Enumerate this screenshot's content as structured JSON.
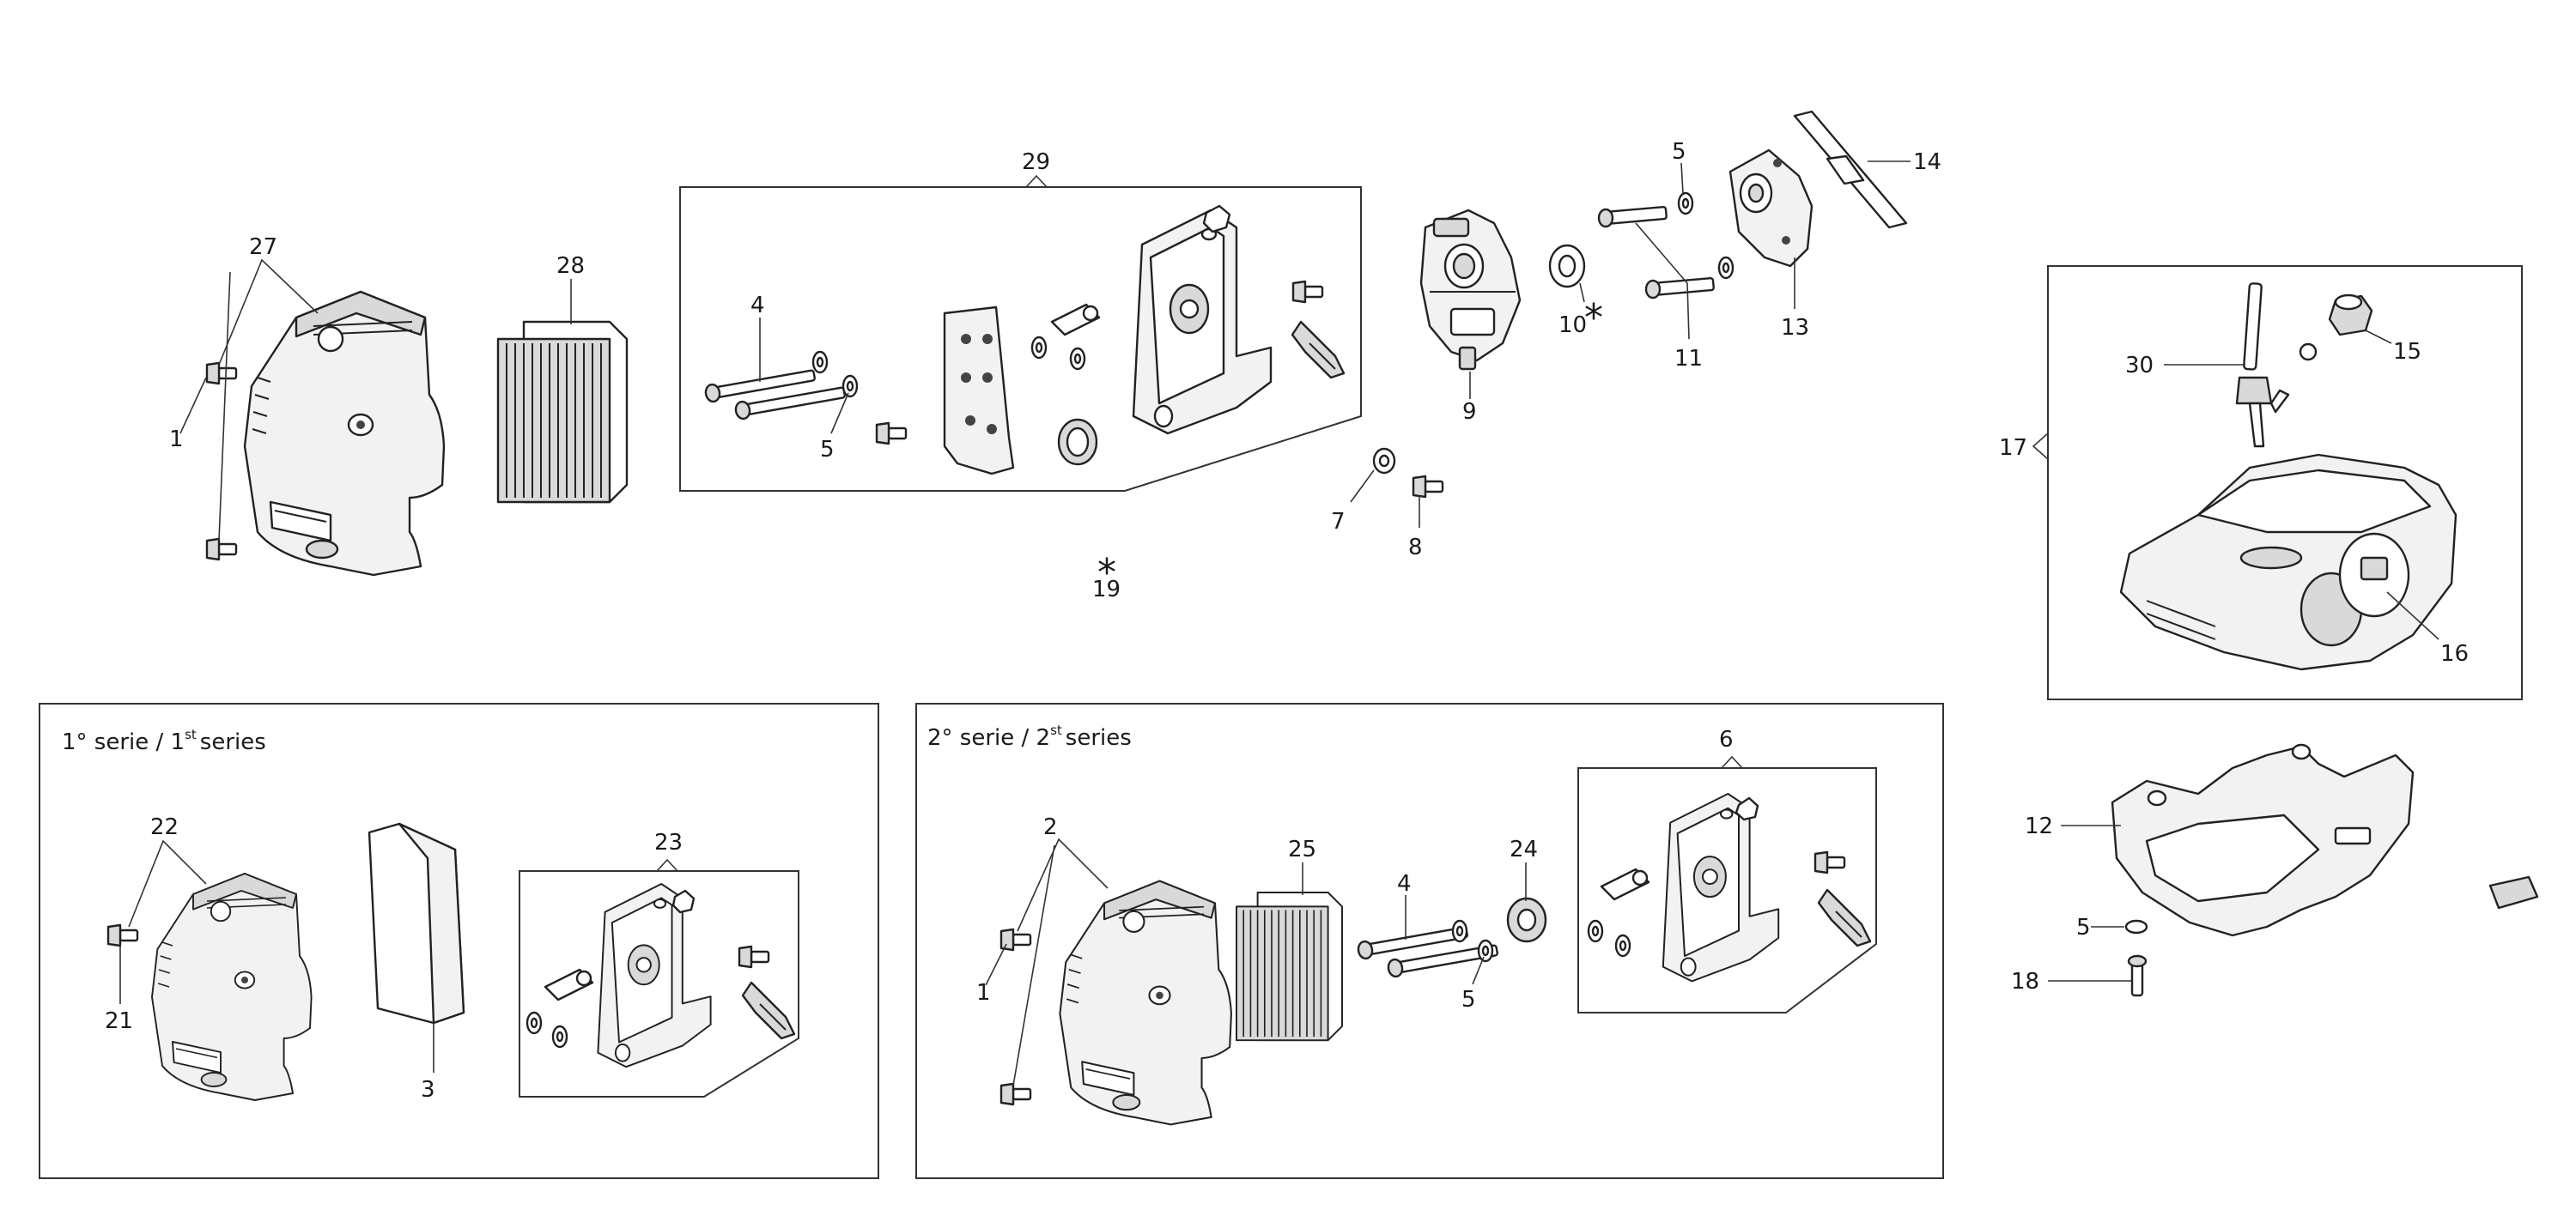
{
  "series_1": {
    "title_main": "1° serie / 1",
    "title_sup": "st",
    "title_end": "series"
  },
  "series_2": {
    "title_main": "2° serie / 2",
    "title_sup": "st",
    "title_end": "series"
  },
  "callouts": {
    "c1a": "1",
    "c1b": "1",
    "c2": "2",
    "c3": "3",
    "c4a": "4",
    "c4b": "4",
    "c5a": "5",
    "c5b": "5",
    "c5c": "5",
    "c5d": "5",
    "c6": "6",
    "c7": "7",
    "c8": "8",
    "c9": "9",
    "c10": "10",
    "c11": "11",
    "c12": "12",
    "c13": "13",
    "c14": "14",
    "c15": "15",
    "c16": "16",
    "c17": "17",
    "c18": "18",
    "c19": "19",
    "c21": "21",
    "c22": "22",
    "c23": "23",
    "c24": "24",
    "c25": "25",
    "c27": "27",
    "c28": "28",
    "c29": "29",
    "c30": "30"
  },
  "markers": {
    "star_19": "*",
    "star_10": "*"
  }
}
